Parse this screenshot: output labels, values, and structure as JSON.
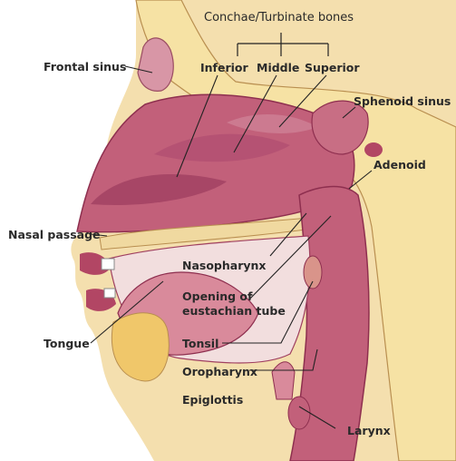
{
  "labels": {
    "group_title": "Conchae/Turbinate bones",
    "inferior": "Inferior",
    "middle": "Middle",
    "superior": "Superior",
    "frontal_sinus": "Frontal sinus",
    "sphenoid_sinus": "Sphenoid sinus",
    "adenoid": "Adenoid",
    "nasal_passage": "Nasal passage",
    "nasopharynx": "Nasopharynx",
    "opening_line1": "Opening of",
    "opening_line2": "eustachian tube",
    "tongue": "Tongue",
    "tonsil": "Tonsil",
    "oropharynx": "Oropharynx",
    "epiglottis": "Epiglottis",
    "larynx": "Larynx"
  },
  "colors": {
    "skin": "#f4dfae",
    "bone": "#f6e2a4",
    "mucosa": "#c2607a",
    "mucosa_dark": "#8e2f4f",
    "mucosa_light": "#d98a9b",
    "fat": "#f0c76a",
    "leader": "#222222"
  }
}
